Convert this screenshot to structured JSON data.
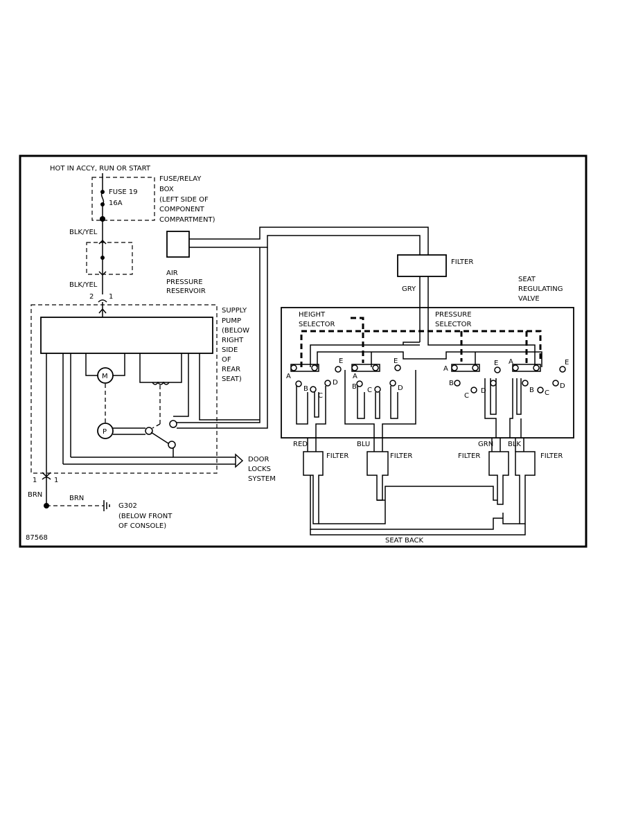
{
  "diagram_id": "87568",
  "power": {
    "hot_label": "HOT IN ACCY, RUN OR START",
    "fuse_name": "FUSE 19",
    "fuse_rating": "16A",
    "box_lines": [
      "FUSE/RELAY",
      "BOX",
      "(LEFT SIDE OF",
      "COMPONENT",
      "COMPARTMENT)"
    ],
    "wire_upper": "BLK/YEL",
    "wire_lower": "BLK/YEL",
    "conn_pin_left": "2",
    "conn_pin_right": "1"
  },
  "pump": {
    "label_lines": [
      "SUPPLY",
      "PUMP",
      "(BELOW",
      "RIGHT",
      "SIDE",
      "OF",
      "REAR",
      "SEAT)"
    ],
    "motor_symbol": "M",
    "pump_symbol": "P",
    "output_lines": [
      "DOOR",
      "LOCKS",
      "SYSTEM"
    ]
  },
  "reservoir": {
    "label_lines": [
      "AIR",
      "PRESSURE",
      "RESERVOIR"
    ]
  },
  "ground": {
    "pin_left": "1",
    "pin_right": "1",
    "wire_vertical": "BRN",
    "wire_horizontal": "BRN",
    "name": "G302",
    "location_lines": [
      "(BELOW FRONT",
      "OF CONSOLE)"
    ]
  },
  "valve": {
    "label_lines": [
      "SEAT",
      "REGULATING",
      "VALVE"
    ],
    "height_selector_lines": [
      "HEIGHT",
      "SELECTOR"
    ],
    "pressure_selector_lines": [
      "PRESSURE",
      "SELECTOR"
    ],
    "ports": [
      "A",
      "B",
      "C",
      "D",
      "E"
    ]
  },
  "lines": {
    "gry": "GRY",
    "red": "RED",
    "blu": "BLU",
    "grn": "GRN",
    "blk": "BLK",
    "filter": "FILTER",
    "seat_back": "SEAT BACK"
  }
}
